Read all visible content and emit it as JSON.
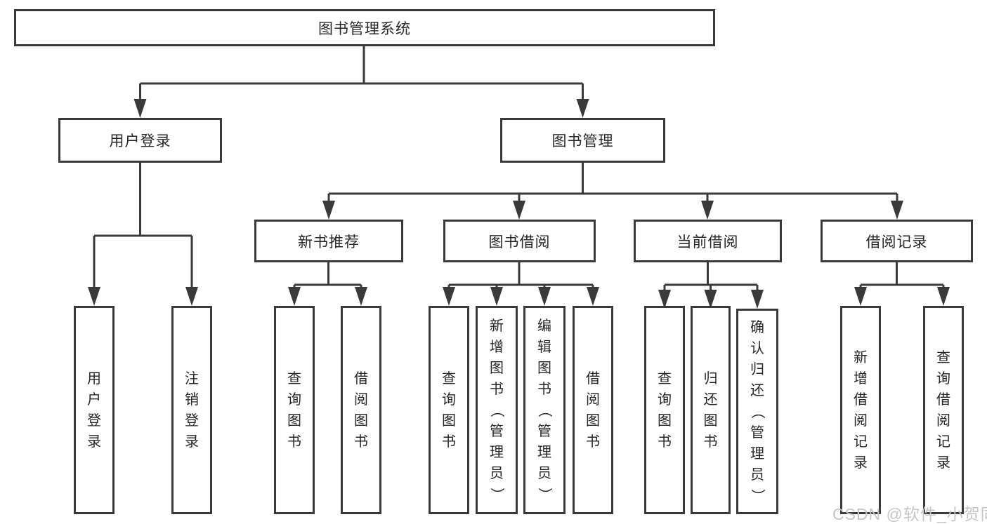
{
  "title_box": "图书管理系统",
  "level2": [
    "用户登录",
    "图书管理"
  ],
  "level3": [
    "新书推荐",
    "图书借阅",
    "当前借阅",
    "借阅记录"
  ],
  "leaves": {
    "user_login": [
      "用户登录",
      "注销登录"
    ],
    "new_book": [
      "查询图书",
      "借阅图书"
    ],
    "book_borrow": [
      "查询图书",
      "新增图书（管理员）",
      "编辑图书（管理员）",
      "借阅图书"
    ],
    "current_borrow": [
      "查询图书",
      "归还图书",
      "确认归还（管理员）"
    ],
    "borrow_records": [
      "新增借阅记录",
      "查询借阅记录"
    ]
  },
  "watermark": "CSDN @软件_小贺同学",
  "colors": {
    "line": "#3a3a3a",
    "text": "#262626",
    "background": "#ffffff",
    "watermark": "#c6c6c6"
  }
}
